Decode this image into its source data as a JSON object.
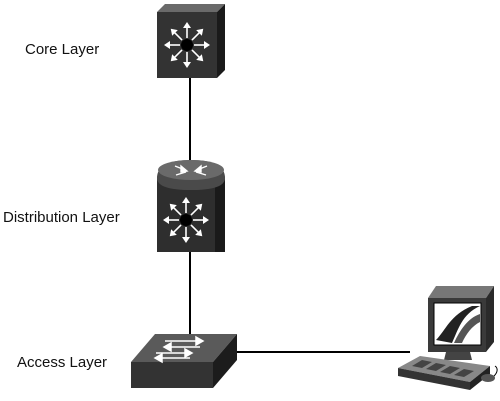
{
  "labels": {
    "core": "Core Layer",
    "distribution": "Distribution Layer",
    "access": "Access Layer"
  },
  "icons": {
    "core": "multilayer-switch-icon",
    "distribution": "route-switch-processor-icon",
    "access": "workgroup-switch-icon",
    "endpoint": "desktop-computer-icon"
  },
  "colors": {
    "device_dark": "#2b2b2b",
    "device_mid": "#444444",
    "device_light": "#6a6a6a",
    "link": "#000000",
    "label": "#111111"
  }
}
